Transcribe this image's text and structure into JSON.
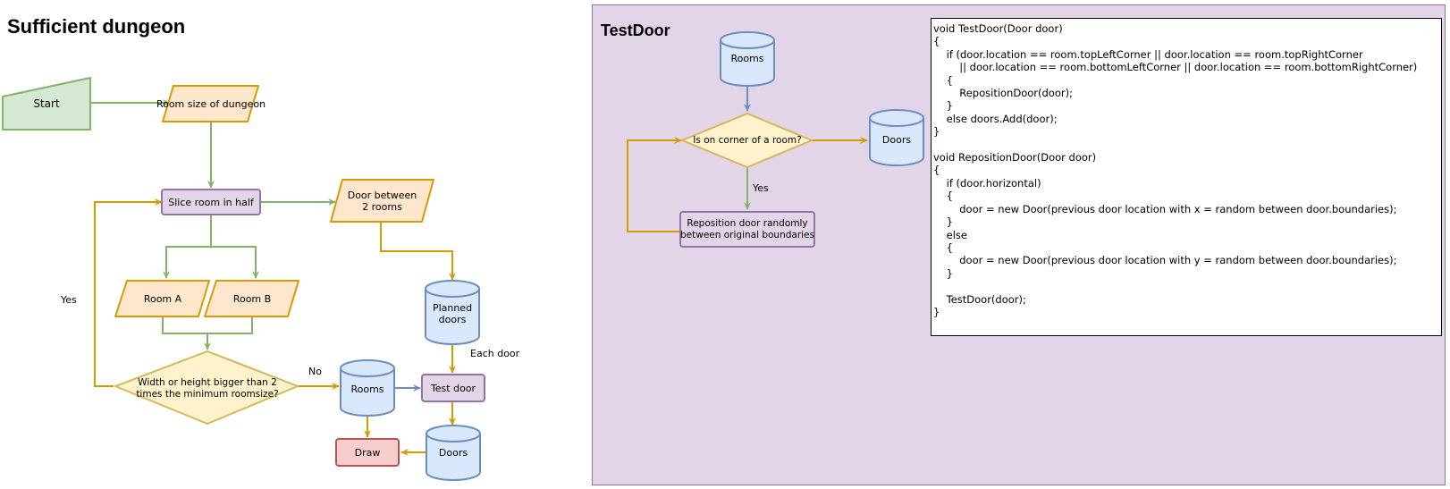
{
  "left": {
    "title": "Sufficient dungeon",
    "nodes": {
      "start": "Start",
      "room_size": "Room size of dungeon",
      "slice": "Slice room in half",
      "door_between": "Door between\n2 rooms",
      "room_a": "Room A",
      "room_b": "Room B",
      "decision": "Width or height bigger than 2\ntimes the minimum roomsize?",
      "planned_doors": "Planned\ndoors",
      "rooms": "Rooms",
      "test_door": "Test door",
      "draw": "Draw",
      "doors": "Doors"
    },
    "edge_labels": {
      "yes": "Yes",
      "no": "No",
      "each_door": "Each door"
    }
  },
  "right": {
    "title": "TestDoor",
    "nodes": {
      "rooms": "Rooms",
      "decision": "Is on corner of a room?",
      "doors": "Doors",
      "reposition": "Reposition door randomly\nbetween original boundaries"
    },
    "edge_labels": {
      "yes": "Yes"
    },
    "code": "void TestDoor(Door door)\n{\n    if (door.location == room.topLeftCorner || door.location == room.topRightCorner\n        || door.location == room.bottomLeftCorner || door.location == room.bottomRightCorner)\n    {\n        RepositionDoor(door);\n    }\n    else doors.Add(door);\n}\n\nvoid RepositionDoor(Door door)\n{\n    if (door.horizontal)\n    {\n        door = new Door(previous door location with x = random between door.boundaries);\n    }\n    else\n    {\n        door = new Door(previous door location with y = random between door.boundaries);\n    }\n\n    TestDoor(door);\n}"
  },
  "colors": {
    "green_fill": "#d5e8d4",
    "green_stroke": "#82b366",
    "orange_fill": "#ffe6cc",
    "orange_stroke": "#d79b00",
    "purple_fill": "#e1d5e7",
    "purple_stroke": "#9673a6",
    "blue_fill": "#dae8fc",
    "blue_stroke": "#6c8ebf",
    "yellow_fill": "#fff2cc",
    "yellow_stroke": "#d6b656",
    "red_fill": "#f8cecc",
    "red_stroke": "#b85450",
    "panel_fill": "#e1d5e7"
  }
}
